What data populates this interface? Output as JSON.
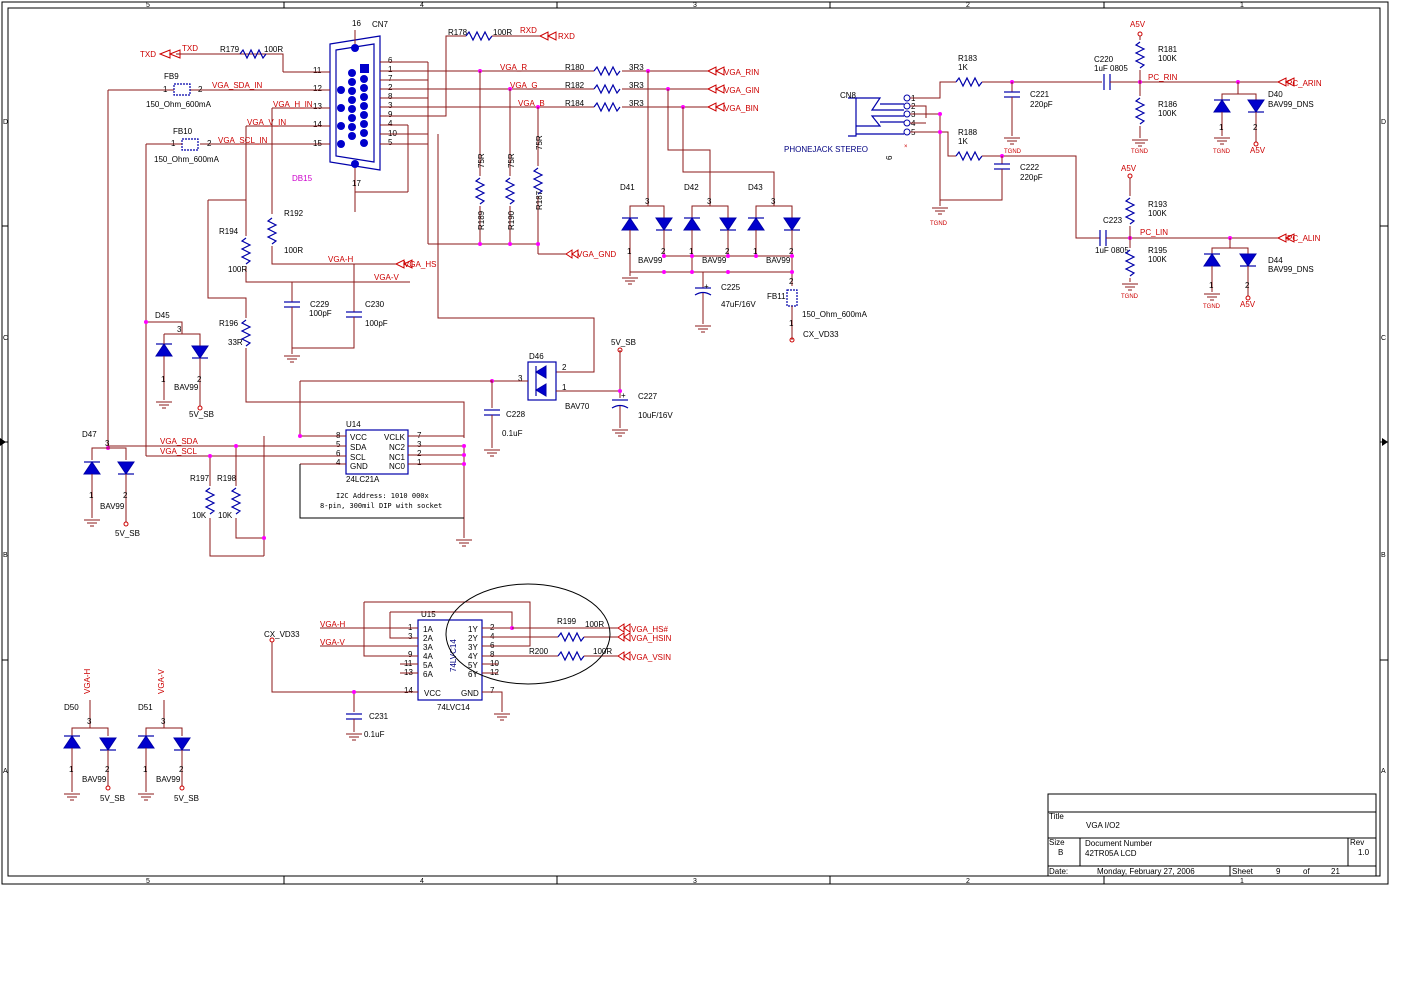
{
  "border": {
    "cols": [
      "5",
      "4",
      "3",
      "2",
      "1"
    ],
    "rows": [
      "D",
      "C",
      "B",
      "A"
    ]
  },
  "title_block": {
    "title_label": "Title",
    "title": "VGA   I/O2",
    "size_label": "Size",
    "size": "B",
    "docnum_label": "Document Number",
    "docnum": "42TR05A LCD",
    "rev_label": "Rev",
    "rev": "1.0",
    "date_label": "Date:",
    "date": "Monday, February 27, 2006",
    "sheet_label": "Sheet",
    "sheet": "9",
    "of_label": "of",
    "total": "21"
  },
  "nets": {
    "txd": "TXD",
    "rxd": "RXD",
    "vga_sda_in": "VGA_SDA_IN",
    "vga_scl_in": "VGA_SCL_IN",
    "vga_h_in": "VGA_H_IN",
    "vga_v_in": "VGA_V_IN",
    "vga_r": "VGA_R",
    "vga_g": "VGA_G",
    "vga_b": "VGA_B",
    "vga_rin": "VGA_RIN",
    "vga_gin": "VGA_GIN",
    "vga_bin": "VGA_BIN",
    "vga_gnd": "VGA_GND",
    "vga_h": "VGA-H",
    "vga_v": "VGA-V",
    "vga_hs": "VGA_HS",
    "vga_sda": "VGA_SDA",
    "vga_scl": "VGA_SCL",
    "vga_hs_hash": "VGA_HS#",
    "vga_hsin": "VGA_HSIN",
    "vga_vsin": "VGA_VSIN",
    "v5_sb": "5V_SB",
    "cx_vd33": "CX_VD33",
    "a5v": "A5V",
    "tgnd": "TGND",
    "pc_rin": "PC_RIN",
    "pc_arin": "PC_ARIN",
    "pc_lin": "PC_LIN",
    "pc_alin": "PC_ALIN"
  },
  "components": {
    "cn7": "CN7",
    "db15": "DB15",
    "cn8": "CN8",
    "phonejack": "PHONEJACK STEREO",
    "r179": "R179",
    "r179_v": "100R",
    "r178": "R178",
    "r178_v": "100R",
    "fb9": "FB9",
    "fb9_v": "150_Ohm_600mA",
    "fb10": "FB10",
    "fb10_v": "150_Ohm_600mA",
    "fb11": "FB11",
    "fb11_v": "150_Ohm_600mA",
    "r180": "R180",
    "r180_v": "3R3",
    "r182": "R182",
    "r182_v": "3R3",
    "r184": "R184",
    "r184_v": "3R3",
    "r189": "R189",
    "r189_v": "75R",
    "r190": "R190",
    "r190_v": "75R",
    "r187": "R187",
    "r187_v": "75R",
    "r192": "R192",
    "r192_v": "100R",
    "r194": "R194",
    "r194_v": "100R",
    "r196": "R196",
    "r196_v": "33R",
    "r197": "R197",
    "r197_v": "10K",
    "r198": "R198",
    "r198_v": "10K",
    "r199": "R199",
    "r199_v": "100R",
    "r200": "R200",
    "r200_v": "100R",
    "r183": "R183",
    "r183_v": "1K",
    "r188": "R188",
    "r188_v": "1K",
    "r181": "R181",
    "r181_v": "100K",
    "r186": "R186",
    "r186_v": "100K",
    "r193": "R193",
    "r193_v": "100K",
    "r195": "R195",
    "r195_v": "100K",
    "c229": "C229",
    "c229_v": "100pF",
    "c230": "C230",
    "c230_v": "100pF",
    "c225": "C225",
    "c225_v": "47uF/16V",
    "c227": "C227",
    "c227_v": "10uF/16V",
    "c228": "C228",
    "c228_v": "0.1uF",
    "c231": "C231",
    "c231_v": "0.1uF",
    "c221": "C221",
    "c221_v": "220pF",
    "c222": "C222",
    "c222_v": "220pF",
    "c220": "C220",
    "c220_v": "1uF 0805",
    "c223": "C223",
    "c223_v": "1uF 0805",
    "d41": "D41",
    "d42": "D42",
    "d43": "D43",
    "d45": "D45",
    "d47": "D47",
    "d50": "D50",
    "d51": "D51",
    "d40": "D40",
    "d44": "D44",
    "d46": "D46",
    "bav99": "BAV99",
    "bav99_dns": "BAV99_DNS",
    "bav70": "BAV70",
    "u14": "U14",
    "u14_part": "24LC21A",
    "u14_pins": [
      "VCC",
      "SDA",
      "SCL",
      "GND",
      "VCLK",
      "NC2",
      "NC1",
      "NC0"
    ],
    "u15": "U15",
    "u15_part": "74LVC14",
    "u15_side": "74LVC14",
    "u15_in": [
      "1A",
      "2A",
      "3A",
      "4A",
      "5A",
      "6A"
    ],
    "u15_out": [
      "1Y",
      "2Y",
      "3Y",
      "4Y",
      "5Y",
      "6Y"
    ],
    "u15_vcc": "VCC",
    "u15_gnd": "GND"
  },
  "notes": {
    "i2c_1": "I2C Address: 1010 000x",
    "i2c_2": "8-pin, 300mil DIP with socket"
  }
}
